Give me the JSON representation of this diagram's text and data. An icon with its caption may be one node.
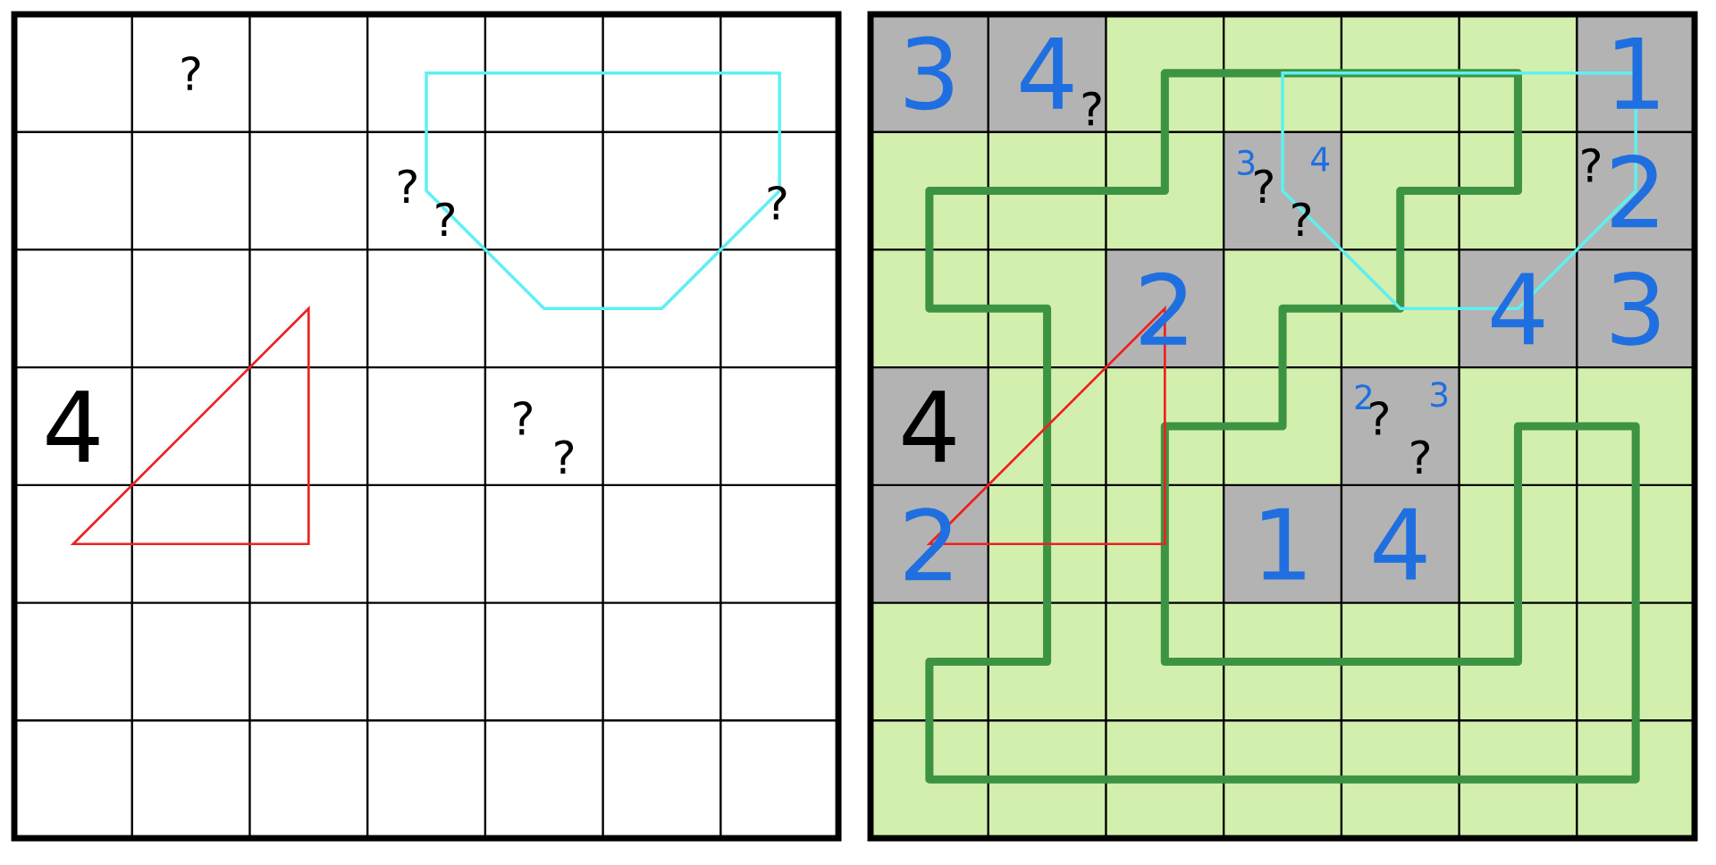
{
  "diagram": {
    "labels": [
      "?",
      "?",
      "?",
      "?",
      "4",
      "?",
      "?",
      "3",
      "4",
      "?",
      "1",
      "3",
      "?",
      "4",
      "?",
      "2",
      "?",
      "2",
      "4",
      "3",
      "4",
      "2",
      "?",
      "3",
      "?",
      "2",
      "1",
      "4"
    ]
  }
}
